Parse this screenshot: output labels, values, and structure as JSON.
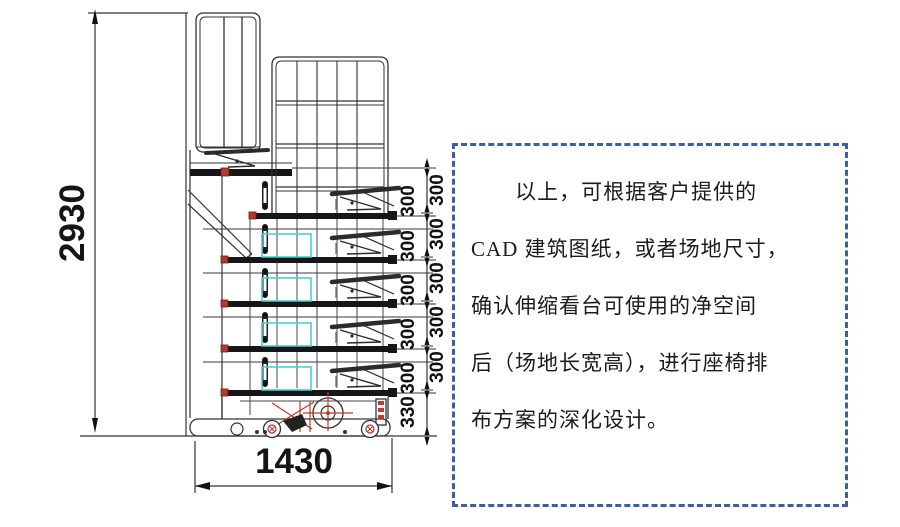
{
  "drawing": {
    "height_label": "2930",
    "width_label": "1430",
    "chain_right_labels": [
      "300",
      "300",
      "300",
      "300",
      "300"
    ],
    "chain_left_labels": [
      "300",
      "300",
      "300",
      "300",
      "300"
    ],
    "chain_bottom_label": "330"
  },
  "note_box": {
    "lines": [
      "以上，可根据客户提供的",
      "CAD 建筑图纸，或者场地尺寸，",
      "确认伸缩看台可使用的净空间",
      "后（场地长宽高），进行座椅排",
      "布方案的深化设计。"
    ]
  },
  "colors": {
    "line": "#333333",
    "bar": "#161616",
    "red_accent": "#b03a2e",
    "cyan_accent": "#3fcfcf",
    "violet_accent": "#8e6aa8",
    "dashed_border": "#3c5fa3",
    "text": "#1c1c1c"
  }
}
